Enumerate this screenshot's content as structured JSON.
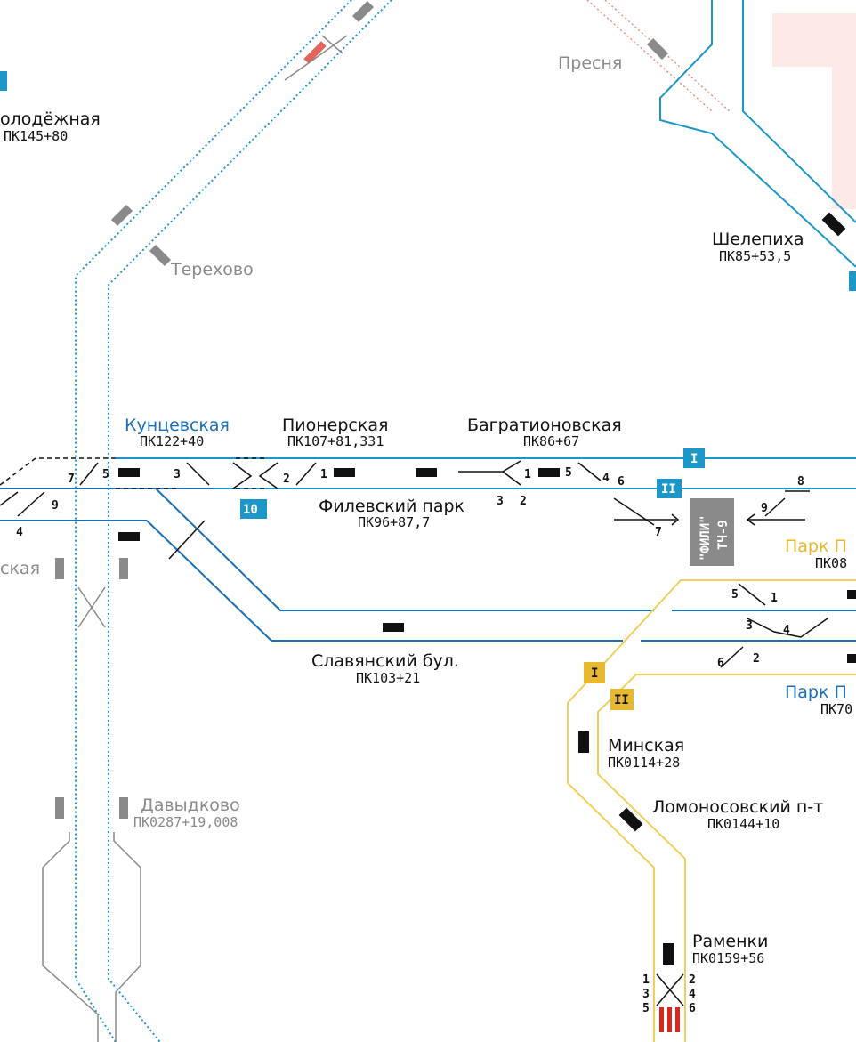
{
  "stations": {
    "molodezhnaya": {
      "name": "олодёжная",
      "pk": "ПК145+80"
    },
    "presnya": {
      "name": "Пресня"
    },
    "terekhovo": {
      "name": "Терехово"
    },
    "shelepikha": {
      "name": "Шелепиха",
      "pk": "ПК85+53,5"
    },
    "kuntsevskaya": {
      "name": "Кунцевская",
      "pk": "ПК122+40"
    },
    "pionerskaya": {
      "name": "Пионерская",
      "pk": "ПК107+81,331"
    },
    "bagrationovskaya": {
      "name": "Багратионовская",
      "pk": "ПК86+67"
    },
    "filevsky_park": {
      "name": "Филевский парк",
      "pk": "ПК96+87,7"
    },
    "kaya": {
      "name": "ская"
    },
    "slavyansky": {
      "name": "Славянский бул.",
      "pk": "ПК103+21"
    },
    "park1": {
      "name": "Парк П",
      "pk": "ПК08"
    },
    "park2": {
      "name": "Парк П",
      "pk": "ПК70"
    },
    "minskaya": {
      "name": "Минская",
      "pk": "ПК0114+28"
    },
    "lomonosovsky": {
      "name": "Ломоносовский п-т",
      "pk": "ПК0144+10"
    },
    "davydkovo": {
      "name": "Давыдково",
      "pk": "ПК0287+19,008"
    },
    "ramenki": {
      "name": "Раменки",
      "pk": "ПК0159+56"
    }
  },
  "depot": {
    "line1": "\"ФИЛИ\"",
    "line2": "ТЧ-9"
  },
  "badges": {
    "track_I_top": "I",
    "track_II_top": "II",
    "line10": "10",
    "track_I_yellow": "I",
    "track_II_yellow": "II"
  },
  "switch_numbers": {
    "n7": "7",
    "n5": "5",
    "n3": "3",
    "n9": "9",
    "n4": "4",
    "n2": "2",
    "n1": "1",
    "b1": "1",
    "b5": "5",
    "b4": "4",
    "b6": "6",
    "b3": "3",
    "b2": "2",
    "d8": "8",
    "d9": "9",
    "d7": "7",
    "y5": "5",
    "y1": "1",
    "y3": "3",
    "y4": "4",
    "y6": "6",
    "y2": "2",
    "r1": "1",
    "r3": "3",
    "r5": "5",
    "r2": "2",
    "r4": "4",
    "r6": "6"
  },
  "colors": {
    "blue_line": "#1a6fb5",
    "cyan_line": "#1d96c8",
    "yellow_line": "#f2cf5b",
    "gray_line": "#8a8a8a",
    "pink_line": "#ef8c80"
  }
}
